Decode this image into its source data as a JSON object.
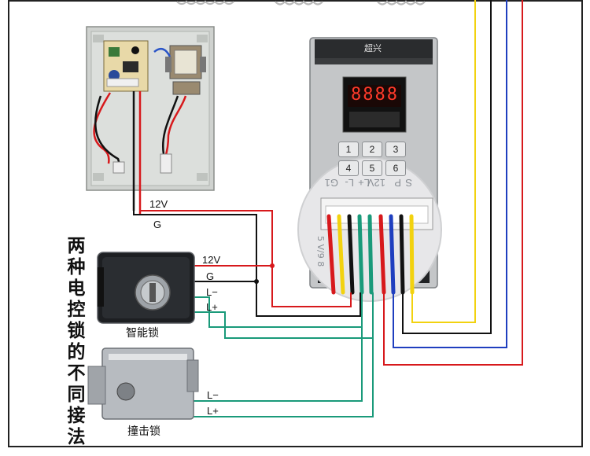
{
  "wiring": {
    "colors": {
      "red": "#d7191c",
      "black": "#111111",
      "green": "#1a9a7a",
      "blue": "#1f3fbf",
      "yellow": "#f2d20f",
      "frame": "#222222"
    }
  },
  "power_supply": {
    "label_12v": "12V",
    "label_g": "G"
  },
  "controller": {
    "brand": "超兴",
    "display_digits": "8888",
    "keys": [
      "1",
      "2",
      "3",
      "4",
      "5",
      "6"
    ],
    "terminal_labels": [
      "S",
      "P",
      "12V",
      "L+",
      "L-",
      "G1"
    ]
  },
  "smart_lock": {
    "caption": "智能锁",
    "label_12v": "12V",
    "label_g": "G",
    "label_l_minus": "L−",
    "label_l_plus": "L+"
  },
  "strike_lock": {
    "caption": "撞击锁",
    "label_l_minus": "L−",
    "label_l_plus": "L+"
  },
  "side_title": "两种电控锁的不同接法"
}
